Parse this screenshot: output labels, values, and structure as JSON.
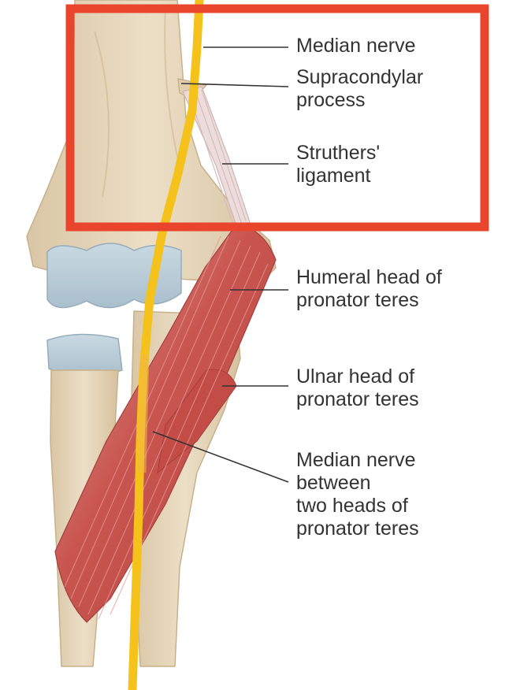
{
  "figure": {
    "labels": {
      "median_nerve": [
        "Median nerve"
      ],
      "supracondylar_process": [
        "Supracondylar",
        "process"
      ],
      "struthers_ligament": [
        "Struthers'",
        "ligament"
      ],
      "humeral_head": [
        "Humeral head of",
        "pronator teres"
      ],
      "ulnar_head": [
        "Ulnar head of",
        "pronator teres"
      ],
      "median_between": [
        "Median nerve",
        "between",
        "two heads of",
        "pronator teres"
      ]
    },
    "colors": {
      "bone": "#e6d5b8",
      "bone_shadow": "#cdb894",
      "cartilage": "#b9cdd8",
      "nerve": "#f5c21b",
      "muscle": "#c9504b",
      "muscle_light": "#e7a8a0",
      "ligament": "#ecdcdc",
      "highlight_box": "#e8452c",
      "label_text": "#333333"
    },
    "highlight": {
      "target": "median-nerve-supracondylar-struthers-region"
    }
  }
}
